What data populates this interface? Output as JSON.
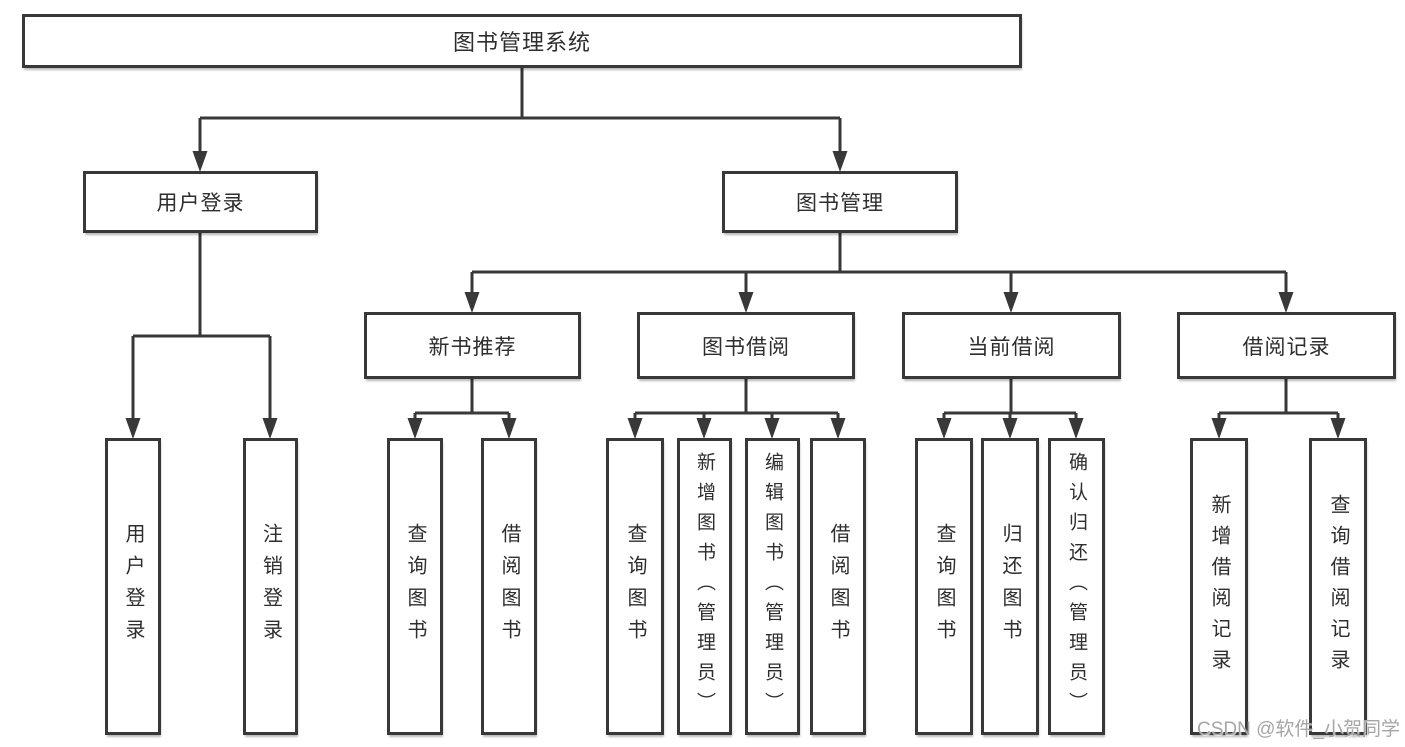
{
  "tree": {
    "root": "图书管理系统",
    "user_login": {
      "label": "用户登录",
      "children": [
        "用户登录",
        "注销登录"
      ]
    },
    "book_management": {
      "label": "图书管理",
      "sections": [
        {
          "label": "新书推荐",
          "children": [
            "查询图书",
            "借阅图书"
          ]
        },
        {
          "label": "图书借阅",
          "children": [
            "查询图书",
            "新增图书（管理员）",
            "编辑图书（管理员）",
            "借阅图书"
          ]
        },
        {
          "label": "当前借阅",
          "children": [
            "查询图书",
            "归还图书",
            "确认归还（管理员）"
          ]
        },
        {
          "label": "借阅记录",
          "children": [
            "新增借阅记录",
            "查询借阅记录"
          ]
        }
      ]
    }
  },
  "watermark": "CSDN @软件_小贺同学",
  "colors": {
    "line": "#383838",
    "text": "#2e2e2e",
    "background": "#ffffff",
    "watermark": "#a6a6a6"
  }
}
